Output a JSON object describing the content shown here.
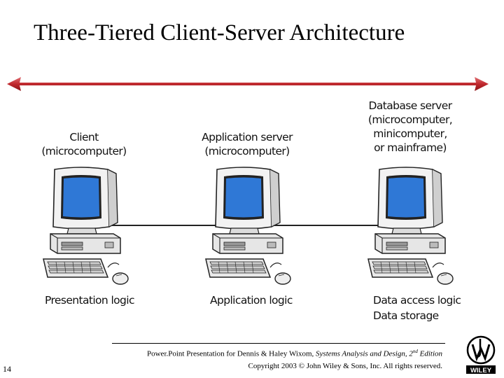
{
  "slide": {
    "title": "Three-Tiered Client-Server Architecture",
    "page_number": "14"
  },
  "nodes": [
    {
      "label_lines": [
        "Client",
        "(microcomputer)"
      ],
      "logic_lines": [
        "Presentation logic"
      ]
    },
    {
      "label_lines": [
        "Application server",
        "(microcomputer)"
      ],
      "logic_lines": [
        "Application logic"
      ]
    },
    {
      "label_lines": [
        "Database server",
        "(microcomputer,",
        "minicomputer,",
        "or mainframe)"
      ],
      "logic_lines": [
        "Data access logic",
        "Data storage"
      ]
    }
  ],
  "footer": {
    "line1_prefix": "Power.Point Presentation for Dennis & Haley Wixom, ",
    "line1_italic": "Systems Analysis and Design, 2",
    "line1_sup": "nd",
    "line1_suffix": " Edition",
    "line2": "Copyright 2003 © John Wiley & Sons, Inc.  All rights reserved.",
    "publisher": "WILEY"
  },
  "colors": {
    "arrow": "#c0282d",
    "screen": "#2f78d6",
    "monitor": "#ececec"
  }
}
